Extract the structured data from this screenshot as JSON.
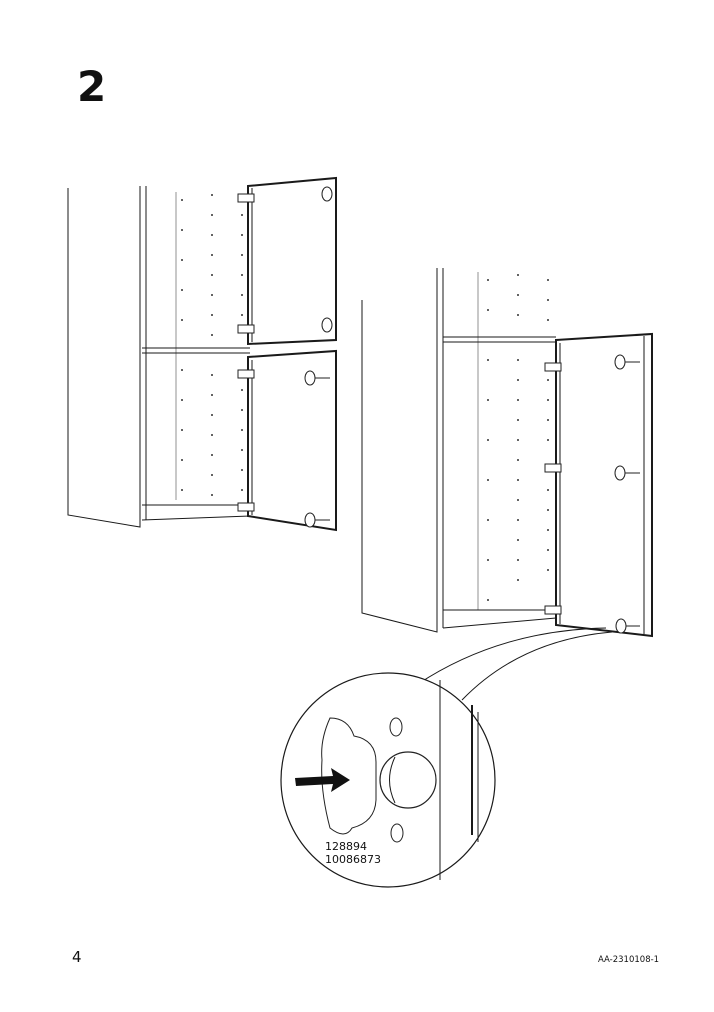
{
  "step": {
    "number": "2"
  },
  "detail": {
    "part_numbers": [
      "128894",
      "10086873"
    ]
  },
  "footer": {
    "page_number": "4",
    "document_code": "AA-2310108-1"
  }
}
